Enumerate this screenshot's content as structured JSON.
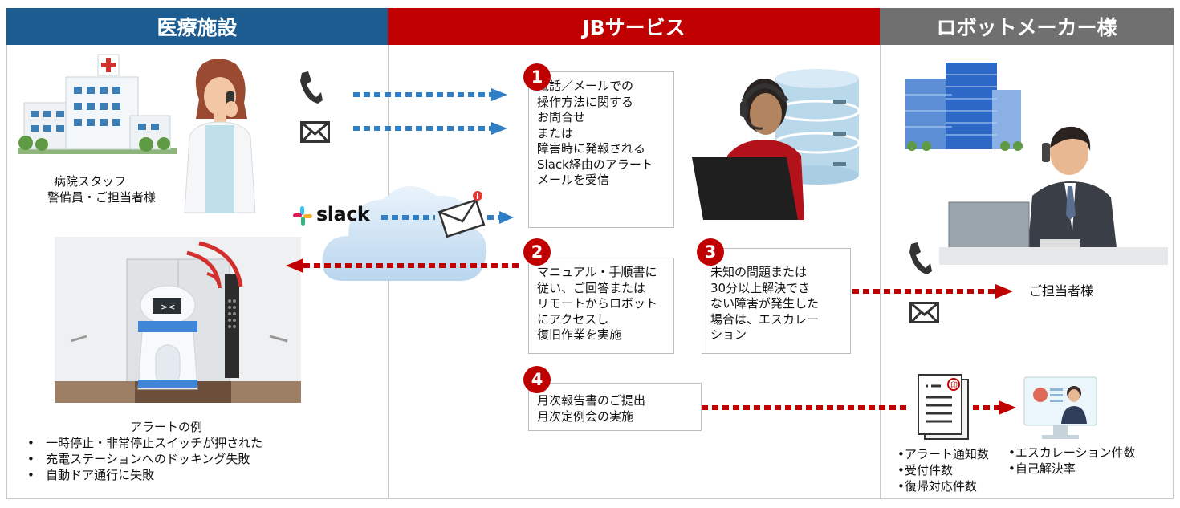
{
  "headers": {
    "medical": "医療施設",
    "jb": "JBサービス",
    "maker": "ロボットメーカー様"
  },
  "colors": {
    "medical": "#1d5c91",
    "jb": "#c00000",
    "maker": "#707070",
    "blue_arrow": "#2f7fc6",
    "red_arrow": "#c00000"
  },
  "hospital": {
    "staff_line1": "病院スタッフ",
    "staff_line2": "警備員・ご担当者様",
    "alert_title": "アラートの例",
    "alert_items": [
      "一時停止・非常停止スイッチが押された",
      "充電ステーションへのドッキング失敗",
      "自動ドア通行に失敗"
    ]
  },
  "slack_label": "slack",
  "steps": [
    {
      "num": "1",
      "lines": [
        "電話／メールでの",
        "操作方法に関する",
        "お問合せ",
        "または",
        "障害時に発報される",
        "Slack経由のアラート",
        "メールを受信"
      ]
    },
    {
      "num": "2",
      "lines": [
        "マニュアル・手順書に",
        "従い、ご回答または",
        "リモートからロボット",
        "にアクセスし",
        "復旧作業を実施"
      ]
    },
    {
      "num": "3",
      "lines": [
        "未知の問題または",
        "30分以上解決でき",
        "ない障害が発生した",
        "場合は、エスカレー",
        "ション"
      ]
    },
    {
      "num": "4",
      "lines": [
        "月次報告書のご提出",
        "月次定例会の実施"
      ]
    }
  ],
  "maker": {
    "contact": "ご担当者様",
    "report_items": [
      "アラート通知数",
      "受付件数",
      "復帰対応件数"
    ],
    "stats_items": [
      "エスカレーション件数",
      "自己解決率"
    ]
  }
}
